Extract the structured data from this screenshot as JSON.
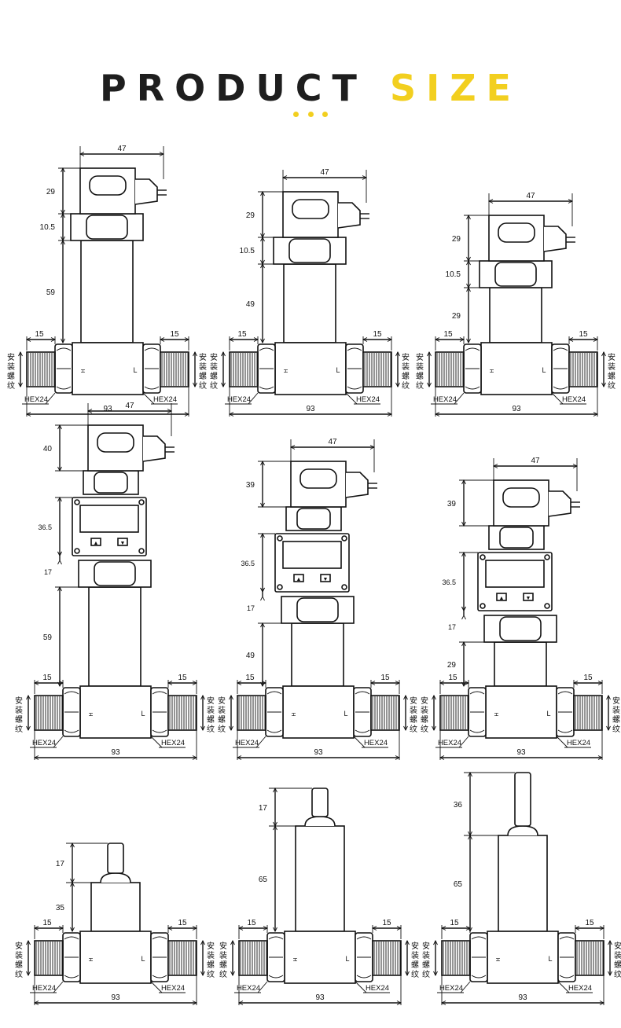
{
  "title": {
    "word1": "PRODUCT",
    "word2": "SIZE",
    "accent_color": "#f2cf1f",
    "text_color": "#1e1e1e"
  },
  "drawings": [
    {
      "dims": {
        "width": "47",
        "head": "29",
        "nut": "10.5",
        "stem": "59",
        "port_left": "15",
        "port_right": "15",
        "base": "93"
      },
      "labels": {
        "hex_left": "HEX24",
        "hex_right": "HEX24",
        "thread_left": "安装螺纹",
        "thread_right": "安装螺纹",
        "high": "H",
        "low": "L"
      }
    },
    {
      "dims": {
        "width": "47",
        "head": "29",
        "nut": "10.5",
        "stem": "49",
        "port_left": "15",
        "port_right": "15",
        "base": "93"
      },
      "labels": {
        "hex_left": "HEX24",
        "hex_right": "HEX24",
        "thread_left": "安装螺纹",
        "thread_right": "安装螺纹",
        "high": "H",
        "low": "L"
      }
    },
    {
      "dims": {
        "width": "47",
        "head": "29",
        "nut": "10.5",
        "stem": "29",
        "port_left": "15",
        "port_right": "15",
        "base": "93"
      },
      "labels": {
        "hex_left": "HEX24",
        "hex_right": "HEX24",
        "thread_left": "安装螺纹",
        "thread_right": "安装螺纹",
        "high": "H",
        "low": "L"
      }
    },
    {
      "dims": {
        "width": "47",
        "head": "40",
        "display": "36.5",
        "nut": "17",
        "stem": "59",
        "port_left": "15",
        "port_right": "15",
        "base": "93"
      },
      "labels": {
        "hex_left": "HEX24",
        "hex_right": "HEX24",
        "thread_left": "安装螺纹",
        "thread_right": "安装螺纹",
        "high": "H",
        "low": "L",
        "button_up": "▲",
        "button_down": "▼"
      }
    },
    {
      "dims": {
        "width": "47",
        "head": "39",
        "display": "36.5",
        "nut": "17",
        "stem": "49",
        "port_left": "15",
        "port_right": "15",
        "base": "93"
      },
      "labels": {
        "hex_left": "HEX24",
        "hex_right": "HEX24",
        "thread_left": "安装螺纹",
        "thread_right": "安装螺纹",
        "high": "H",
        "low": "L",
        "button_up": "▲",
        "button_down": "▼"
      }
    },
    {
      "dims": {
        "width": "47",
        "head": "39",
        "display": "36.5",
        "nut": "17",
        "stem": "29",
        "port_left": "15",
        "port_right": "15",
        "base": "93"
      },
      "labels": {
        "hex_left": "HEX24",
        "hex_right": "HEX24",
        "thread_left": "安装螺纹",
        "thread_right": "安装螺纹",
        "high": "H",
        "low": "L",
        "button_up": "▲",
        "button_down": "▼"
      }
    },
    {
      "dims": {
        "plug": "17",
        "stem": "35",
        "port_left": "15",
        "port_right": "15",
        "base": "93"
      },
      "labels": {
        "hex_left": "HEX24",
        "hex_right": "HEX24",
        "thread_left": "安装螺纹",
        "thread_right": "安装螺纹",
        "high": "H",
        "low": "L"
      }
    },
    {
      "dims": {
        "plug": "17",
        "stem": "65",
        "port_left": "15",
        "port_right": "15",
        "base": "93"
      },
      "labels": {
        "hex_left": "HEX24",
        "hex_right": "HEX24",
        "thread_left": "安装螺纹",
        "thread_right": "安装螺纹",
        "high": "H",
        "low": "L"
      }
    },
    {
      "dims": {
        "plug": "36",
        "stem": "65",
        "port_left": "15",
        "port_right": "15",
        "base": "93"
      },
      "labels": {
        "hex_left": "HEX24",
        "hex_right": "HEX24",
        "thread_left": "安装螺纹",
        "thread_right": "安装螺纹",
        "high": "H",
        "low": "L"
      }
    }
  ]
}
